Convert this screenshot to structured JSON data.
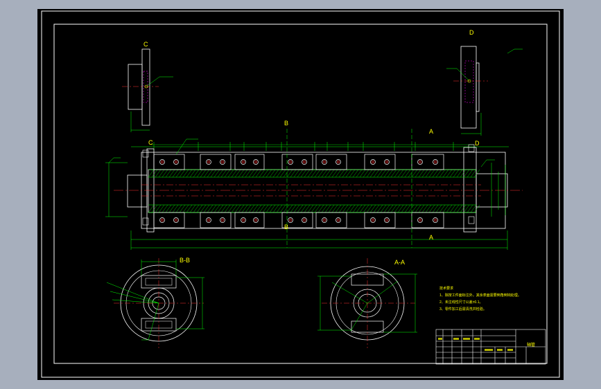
{
  "colors": {
    "background": "#a7afbd",
    "paper": "#000000",
    "border": "#ffffff",
    "dimension": "#00ff00",
    "part": "#ffffff",
    "centerline": "#ff3030",
    "hatch": "#00ff00",
    "text": "#ffff00",
    "hidden": "#ff00ff"
  },
  "views": {
    "c_label": "C",
    "d_label": "D",
    "b_top": "B",
    "b_bottom": "B",
    "a_top": "A",
    "a_bottom": "A",
    "c_side": "C",
    "d_side": "D",
    "section_bb": "B-B",
    "section_aa": "A-A"
  },
  "notes": {
    "title": "技术要求",
    "line1": "1、除按工件面标注外，其余表面需要倒角倒钝处理。",
    "line2": "2、未注线性尺寸公差±0.1。",
    "line3": "3、零件加工后需清洗并检验。"
  },
  "title_block": {
    "part_name": "轴管"
  }
}
